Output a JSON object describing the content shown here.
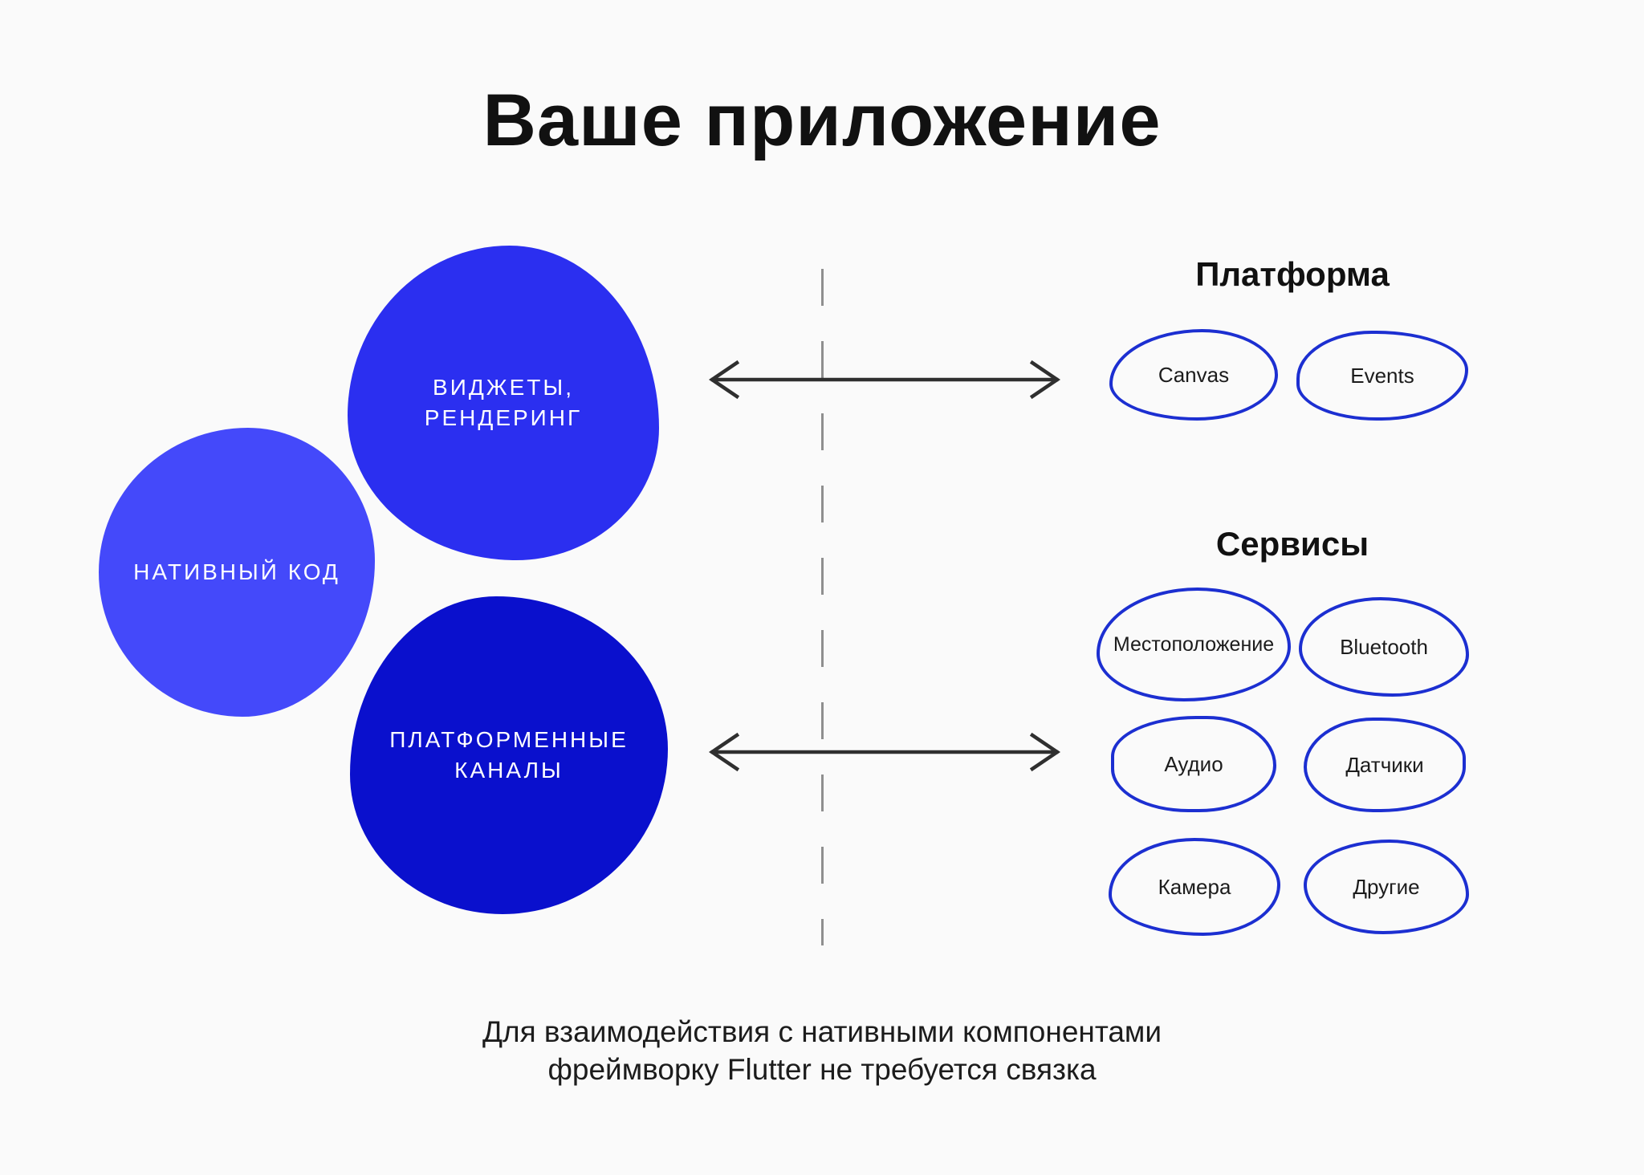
{
  "title": "Ваше приложение",
  "colors": {
    "background": "#FAFAFA",
    "blob_widgets": "#2B2FF0",
    "blob_native": "#4449FA",
    "blob_channels": "#0A10CD",
    "outline_blue": "#1C2FD1",
    "label_light": "#FFFFFF",
    "text_dark": "#1C1C1C",
    "arrow": "#2F2F2F",
    "dashed_line": "#8F8F8F"
  },
  "app_blobs": {
    "widgets": {
      "line1": "ВИДЖЕТЫ,",
      "line2": "РЕНДЕРИНГ"
    },
    "native": {
      "label": "НАТИВНЫЙ КОД"
    },
    "channels": {
      "line1": "ПЛАТФОРМЕННЫЕ",
      "line2": "КАНАЛЫ"
    }
  },
  "platform": {
    "heading": "Платформа",
    "items": [
      "Canvas",
      "Events"
    ]
  },
  "services": {
    "heading": "Сервисы",
    "items": [
      "Местоположение",
      "Bluetooth",
      "Аудио",
      "Датчики",
      "Камера",
      "Другие"
    ]
  },
  "caption": {
    "line1": "Для взаимодействия с нативными компонентами",
    "line2": "фреймворку Flutter не требуется связка"
  }
}
